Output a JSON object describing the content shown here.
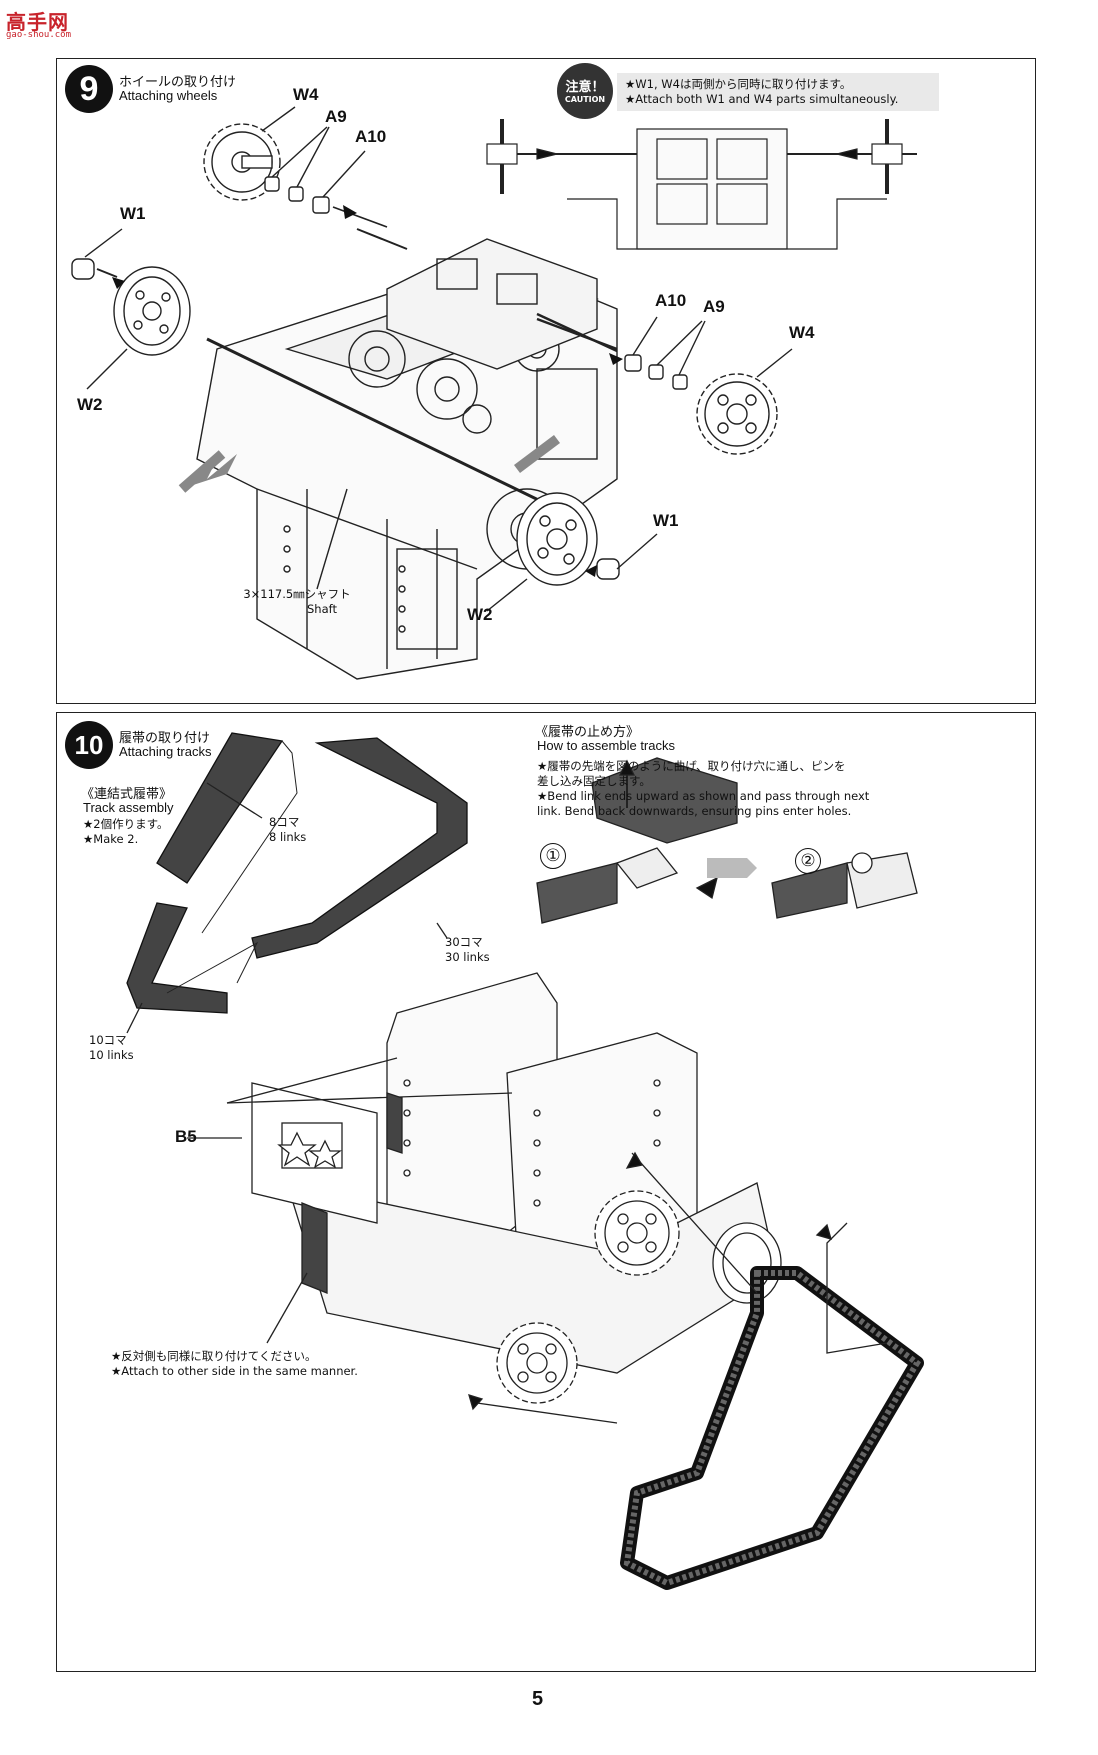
{
  "watermark": {
    "logo": "高手网",
    "site": "gao-shou.com"
  },
  "step9": {
    "number": "9",
    "title_ja": "ホイールの取り付け",
    "title_en": "Attaching wheels",
    "caution": {
      "badge_ja": "注意！",
      "badge_en": "CAUTION",
      "line1": "★W1, W4は両側から同時に取り付けます。",
      "line2": "★Attach both W1 and W4 parts simultaneously."
    },
    "labels": {
      "w4_top": "W4",
      "a9_top": "A9",
      "a10_top": "A10",
      "w1_left": "W1",
      "w2_left": "W2",
      "a10_right": "A10",
      "a9_right": "A9",
      "w4_right": "W4",
      "w1_bottom": "W1",
      "w2_bottom": "W2"
    },
    "shaft_ja": "3×117.5㎜シャフト",
    "shaft_en": "Shaft"
  },
  "step10": {
    "number": "10",
    "title_ja": "履帯の取り付け",
    "title_en": "Attaching tracks",
    "how_title_ja": "《履帯の止め方》",
    "how_title_en": "How to assemble tracks",
    "how_text_ja_1": "★履帯の先端を図のように曲げ、取り付け穴に通し、ピンを",
    "how_text_ja_2": "差し込み固定します。",
    "how_text_en_1": "★Bend link ends upward as shown and pass through next",
    "how_text_en_2": "link. Bend back downwards, ensuring pins enter holes.",
    "assembly_title_ja": "《連結式履帯》",
    "assembly_title_en": "Track assembly",
    "make_ja": "★2個作ります。",
    "make_en": "★Make 2.",
    "links8_ja": "8コマ",
    "links8_en": "8 links",
    "links30_ja": "30コマ",
    "links30_en": "30 links",
    "links10_ja": "10コマ",
    "links10_en": "10 links",
    "step1": "①",
    "step2": "②",
    "b5": "B5",
    "other_side_ja": "★反対側も同様に取り付けてください。",
    "other_side_en": "★Attach to other side in the same manner."
  },
  "page_number": "5"
}
